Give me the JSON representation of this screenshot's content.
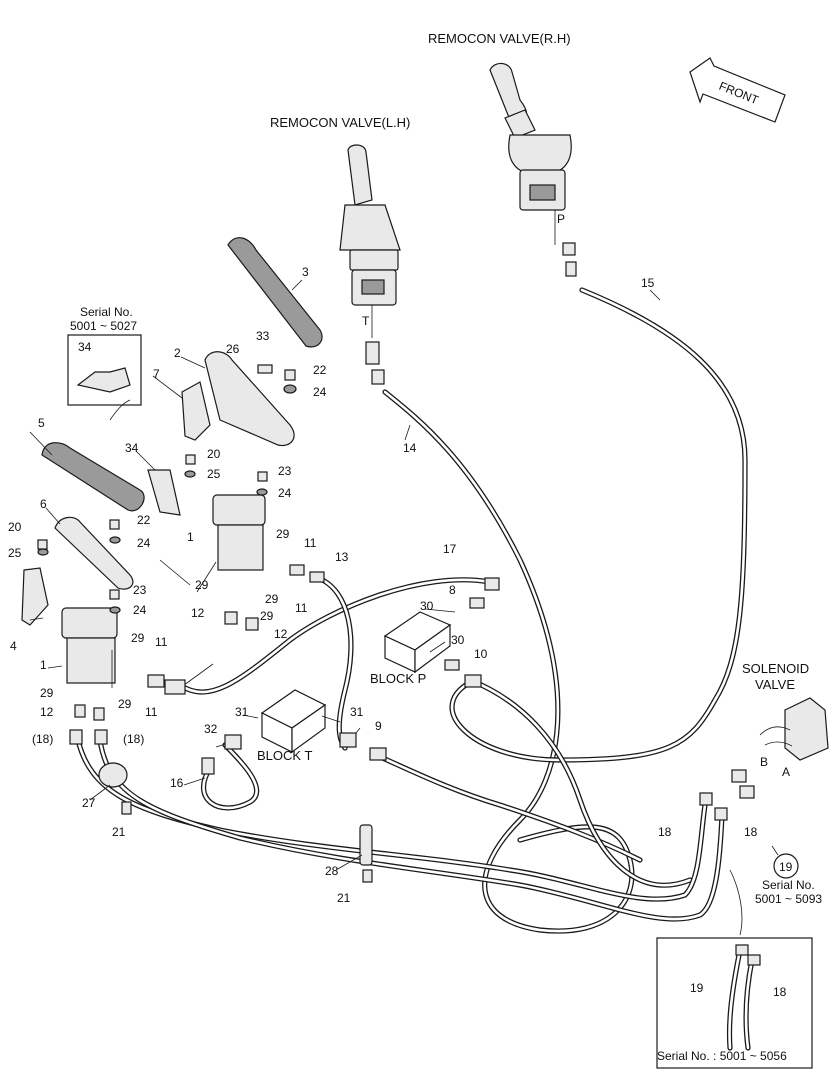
{
  "titles": {
    "remocon_rh": "REMOCON VALVE(R.H)",
    "remocon_lh": "REMOCON VALVE(L.H)",
    "front": "FRONT",
    "solenoid": "SOLENOID",
    "solenoid_2": "VALVE",
    "block_p": "BLOCK  P",
    "block_t": "BLOCK  T"
  },
  "serials": {
    "serial_top_label": "Serial No.",
    "serial_top_range": "5001 ~ 5027",
    "serial_right_label": "Serial No.",
    "serial_right_range": "5001 ~ 5093",
    "serial_bottom": "Serial No. : 5001 ~ 5056"
  },
  "labels": {
    "p": "P",
    "t": "T",
    "a": "A",
    "b": "B",
    "n1": "1",
    "n2": "2",
    "n3": "3",
    "n4": "4",
    "n5": "5",
    "n6": "6",
    "n7": "7",
    "n8": "8",
    "n9": "9",
    "n10": "10",
    "n11": "11",
    "n12": "12",
    "n13": "13",
    "n14": "14",
    "n15": "15",
    "n16": "16",
    "n17": "17",
    "n18": "18",
    "n19": "19",
    "n20": "20",
    "n21": "21",
    "n22": "22",
    "n23": "23",
    "n24": "24",
    "n25": "25",
    "n26": "26",
    "n27": "27",
    "n28": "28",
    "n29": "29",
    "n30": "30",
    "n31": "31",
    "n32": "32",
    "n33": "33",
    "n34": "34",
    "p18": "(18)"
  }
}
